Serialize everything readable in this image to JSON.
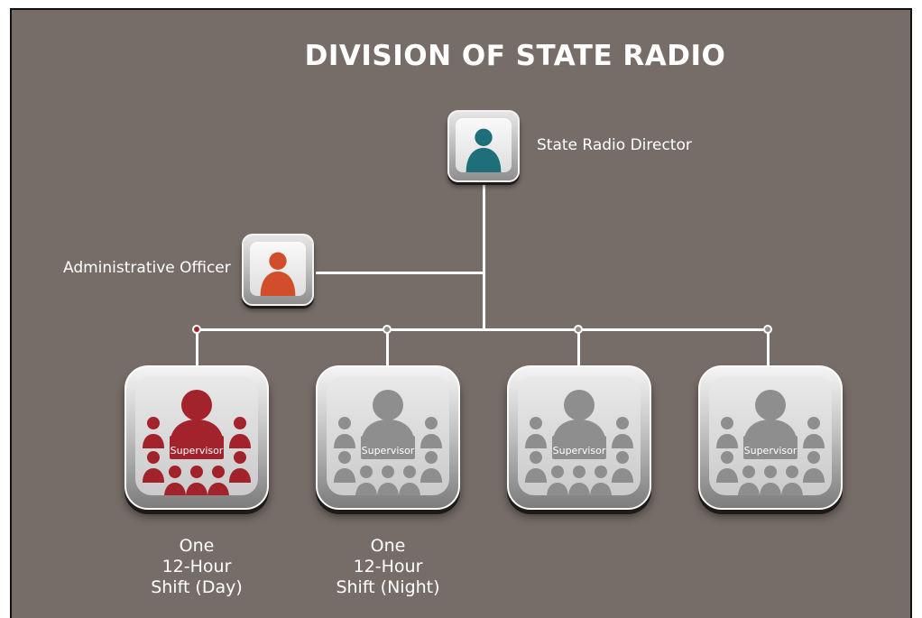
{
  "title": "DIVISION OF STATE RADIO",
  "colors": {
    "background": "#776d68",
    "director": "#1e6f7a",
    "admin": "#d24e2a",
    "day_team": "#a3232c",
    "inactive_team": "#8e8e8e"
  },
  "director": {
    "label": "State Radio Director",
    "icon": "person-icon"
  },
  "admin": {
    "label": "Administrative Officer",
    "icon": "person-icon"
  },
  "teams": [
    {
      "label": "Supervisor",
      "icon": "team-icon",
      "shift_lines": [
        "One",
        "12-Hour",
        "Shift (Day)"
      ]
    },
    {
      "label": "Supervisor",
      "icon": "team-icon",
      "shift_lines": [
        "One",
        "12-Hour",
        "Shift (Night)"
      ]
    },
    {
      "label": "Supervisor",
      "icon": "team-icon",
      "shift_lines": []
    },
    {
      "label": "Supervisor",
      "icon": "team-icon",
      "shift_lines": []
    }
  ]
}
